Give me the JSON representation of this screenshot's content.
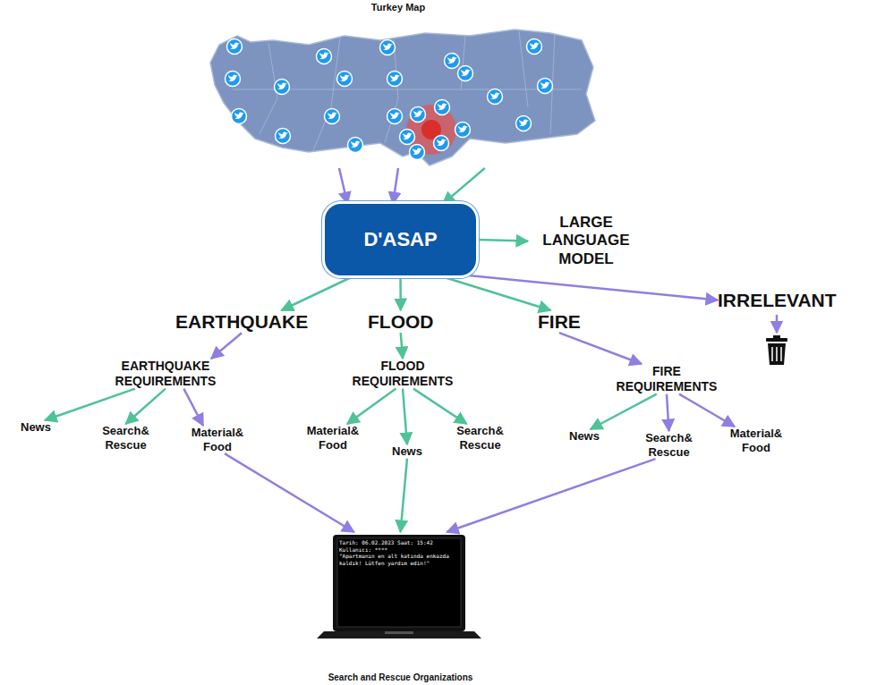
{
  "diagram": {
    "nodes": [
      {
        "text": [
          "Turkey Map"
        ]
      },
      {
        "text": [
          "D'ASAP"
        ]
      },
      {
        "text": [
          "LARGE LANGUAGE MODEL"
        ]
      },
      {
        "text": [
          "EARTHQUAKE"
        ]
      },
      {
        "text": [
          "FLOOD"
        ]
      },
      {
        "text": [
          "FIRE"
        ]
      },
      {
        "text": [
          "IRRELEVANT"
        ]
      },
      {
        "text": [
          "EARTHQUAKE REQUIREMENTS"
        ]
      },
      {
        "text": [
          "FLOOD REQUIREMENTS"
        ]
      },
      {
        "text": [
          "FIRE REQUIREMENTS"
        ]
      },
      {
        "text": [
          "News"
        ]
      },
      {
        "text": [
          "Search& Rescue"
        ]
      },
      {
        "text": [
          "Material& Food"
        ]
      },
      {
        "text": [
          "Material& Food"
        ]
      },
      {
        "text": [
          "News"
        ]
      },
      {
        "text": [
          "Search& Rescue"
        ]
      },
      {
        "text": [
          "News"
        ]
      },
      {
        "text": [
          "Search& Rescue"
        ]
      },
      {
        "text": [
          "Material& Food"
        ]
      },
      {
        "text": [
          "Tarih: 06.02.2023 Saat: 15:42",
          "Kullanıcı: ****",
          "\"Apartmanın en alt katında enkazda kaldık! Lütfen yardım edin!\"",
          "Search and Rescue Organizations"
        ]
      }
    ],
    "edges": [
      {
        "from": 0,
        "to": 1,
        "arrow": "to"
      },
      {
        "from": 0,
        "to": 1,
        "arrow": "to"
      },
      {
        "from": 0,
        "to": 1,
        "arrow": "to"
      },
      {
        "from": 1,
        "to": 2,
        "arrow": "to"
      },
      {
        "from": 1,
        "to": 3,
        "arrow": "to"
      },
      {
        "from": 1,
        "to": 4,
        "arrow": "to"
      },
      {
        "from": 1,
        "to": 5,
        "arrow": "to"
      },
      {
        "from": 1,
        "to": 6,
        "arrow": "to"
      },
      {
        "from": 3,
        "to": 7,
        "arrow": "to"
      },
      {
        "from": 4,
        "to": 8,
        "arrow": "to"
      },
      {
        "from": 5,
        "to": 9,
        "arrow": "to"
      },
      {
        "from": 7,
        "to": 10,
        "arrow": "to"
      },
      {
        "from": 7,
        "to": 11,
        "arrow": "to"
      },
      {
        "from": 7,
        "to": 12,
        "arrow": "to"
      },
      {
        "from": 8,
        "to": 13,
        "arrow": "to"
      },
      {
        "from": 8,
        "to": 14,
        "arrow": "to"
      },
      {
        "from": 8,
        "to": 15,
        "arrow": "to"
      },
      {
        "from": 9,
        "to": 16,
        "arrow": "to"
      },
      {
        "from": 9,
        "to": 17,
        "arrow": "to"
      },
      {
        "from": 9,
        "to": 18,
        "arrow": "to"
      },
      {
        "from": 12,
        "to": 19,
        "arrow": "to"
      },
      {
        "from": 14,
        "to": 19,
        "arrow": "to"
      },
      {
        "from": 17,
        "to": 19,
        "arrow": "to"
      }
    ]
  }
}
